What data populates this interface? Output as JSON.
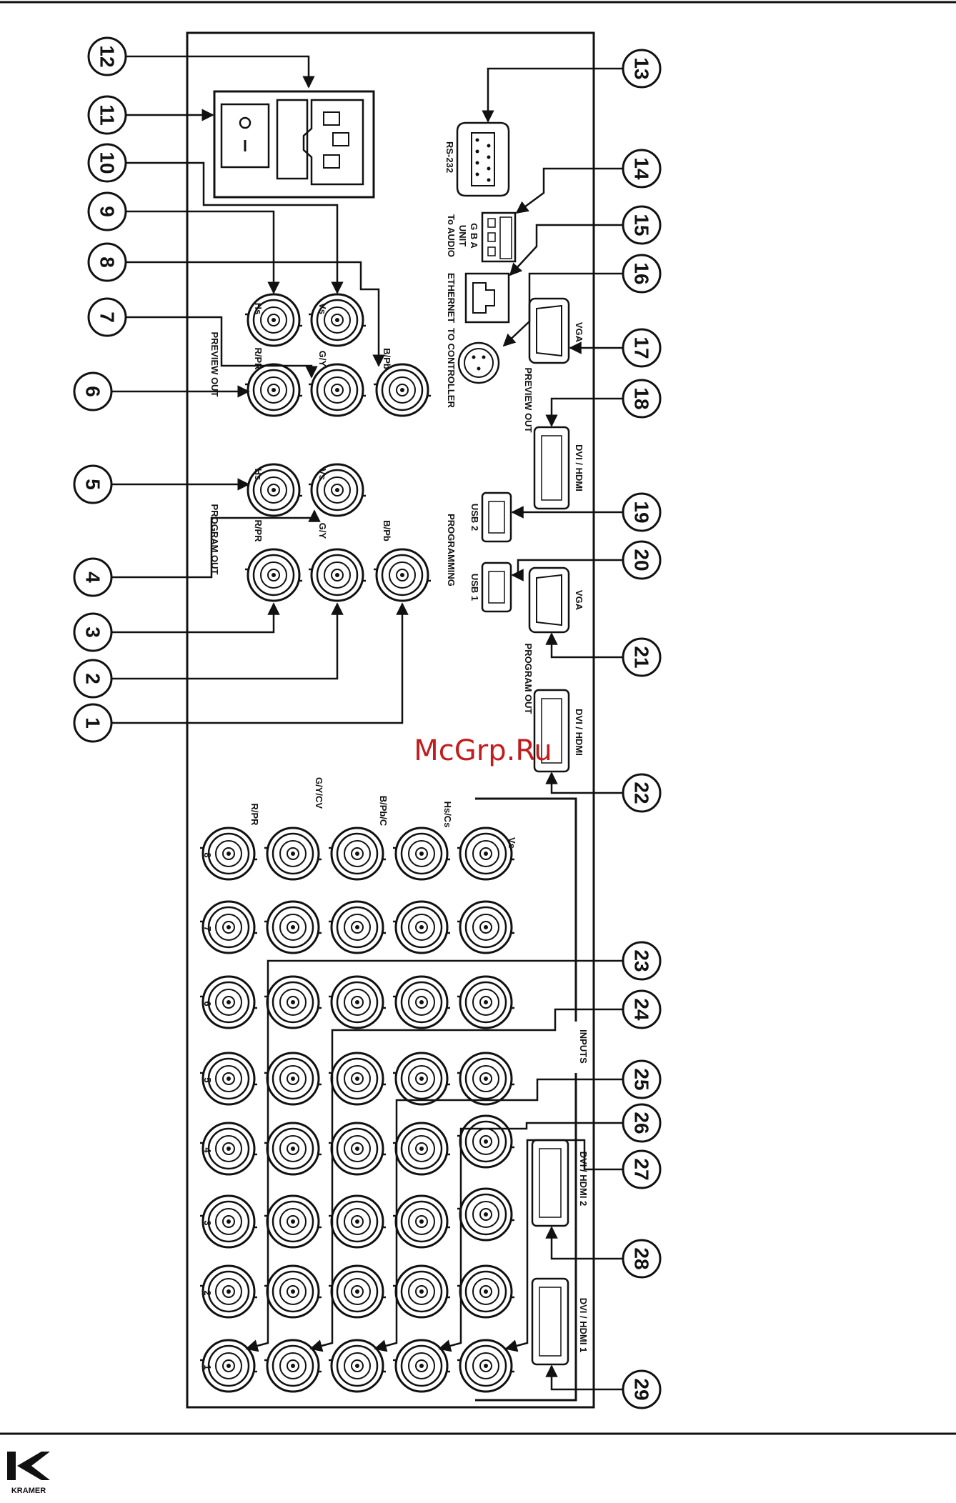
{
  "watermark": "McGrp.Ru",
  "logo_text": "KRAMER",
  "callouts": [
    "1",
    "2",
    "3",
    "4",
    "5",
    "6",
    "7",
    "8",
    "9",
    "10",
    "11",
    "12",
    "13",
    "14",
    "15",
    "16",
    "17",
    "18",
    "19",
    "20",
    "21",
    "22",
    "23",
    "24",
    "25",
    "26",
    "27",
    "28",
    "29"
  ],
  "labels": {
    "rs232": "RS-232",
    "to_audio": "To AUDIO",
    "unit": "UNIT",
    "gba": "G B A",
    "ethernet": "ETHERNET",
    "to_controller": "TO CONTROLLER",
    "preview_out": "PREVIEW OUT",
    "program_out": "PROGRAM OUT",
    "programming": "PROGRAMMING",
    "usb1": "USB 1",
    "usb2": "USB 2",
    "vga": "VGA",
    "dvi_hdmi": "DVI / HDMI",
    "dvi_hdmi_1": "DVI / HDMI 1",
    "dvi_hdmi_2": "DVI / HDMI 2",
    "inputs": "INPUTS",
    "hs": "Hs",
    "vs": "Vs",
    "r_pr": "R/PR",
    "g_y": "G/Y",
    "b_pb": "B/Pb",
    "in_r_pr": "R/PR",
    "in_g_y_cv": "G/Y/CV",
    "in_b_pb_c": "B/Pb/C",
    "in_hs_cs": "Hs/Cs",
    "in_vs": "Vs",
    "input_numbers": [
      "1",
      "2",
      "3",
      "4",
      "5",
      "6",
      "7",
      "8"
    ]
  }
}
